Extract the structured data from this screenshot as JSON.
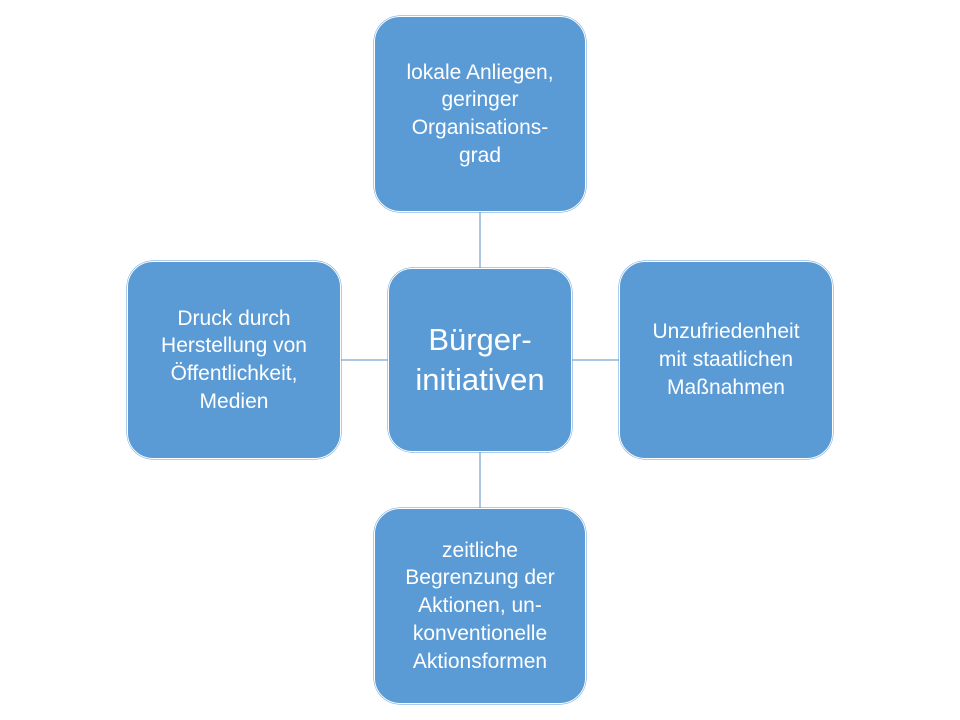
{
  "diagram": {
    "center": {
      "label": "Bürger-\ninitiativen"
    },
    "top": {
      "label": "lokale Anliegen,\ngeringer\nOrganisations-\ngrad"
    },
    "left": {
      "label": "Druck durch\nHerstellung von\nÖffentlichkeit,\nMedien"
    },
    "right": {
      "label": "Unzufriedenheit\nmit staatlichen\nMaßnahmen"
    },
    "bottom": {
      "label": "zeitliche\nBegrenzung der\nAktionen, un-\nkonventionelle\nAktionsformen"
    }
  },
  "colors": {
    "node_fill": "#5b9bd5",
    "node_text": "#ffffff",
    "connector": "#5b8fc7"
  }
}
